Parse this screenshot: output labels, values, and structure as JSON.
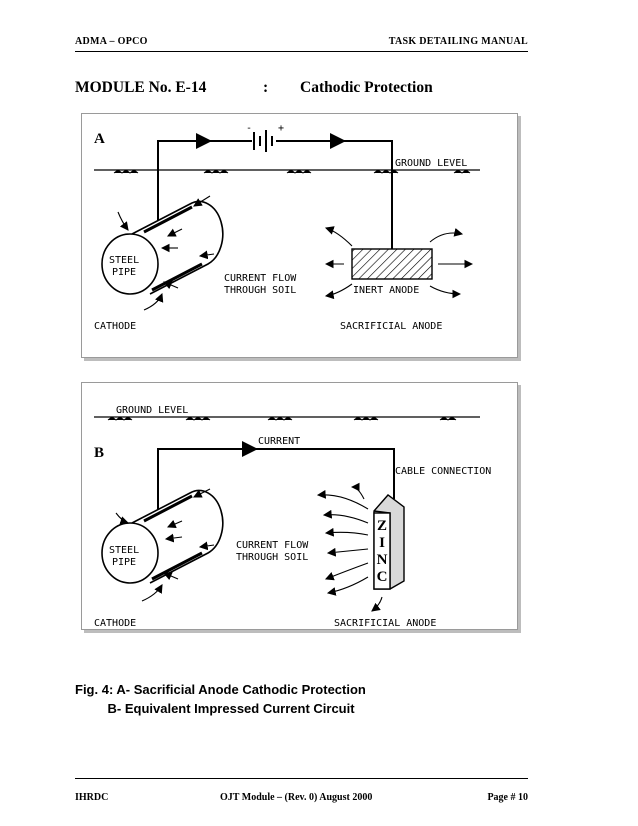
{
  "header": {
    "left": "ADMA – OPCO",
    "right": "TASK DETAILING MANUAL"
  },
  "module": {
    "number": "MODULE No. E-14",
    "colon": ":",
    "title": "Cathodic Protection"
  },
  "figure_a": {
    "letter": "A",
    "ground_level": "GROUND LEVEL",
    "pipe_line1": "STEEL",
    "pipe_line2": "PIPE",
    "flow_line1": "CURRENT FLOW",
    "flow_line2": "THROUGH SOIL",
    "anode_label": "INERT ANODE",
    "cathode": "CATHODE",
    "sacrificial": "SACRIFICIAL ANODE",
    "minus": "-",
    "plus": "+"
  },
  "figure_b": {
    "letter": "B",
    "ground_level": "GROUND LEVEL",
    "current": "CURRENT",
    "cable": "CABLE CONNECTION",
    "pipe_line1": "STEEL",
    "pipe_line2": "PIPE",
    "flow_line1": "CURRENT FLOW",
    "flow_line2": "THROUGH SOIL",
    "zinc": [
      "Z",
      "I",
      "N",
      "C"
    ],
    "cathode": "CATHODE",
    "sacrificial": "SACRIFICIAL ANODE"
  },
  "caption": {
    "line1": "Fig. 4: A- Sacrificial Anode Cathodic Protection",
    "line2": "         B- Equivalent Impressed Current Circuit"
  },
  "footer": {
    "left": "IHRDC",
    "center": "OJT Module – (Rev. 0) August 2000",
    "right": "Page # 10"
  }
}
